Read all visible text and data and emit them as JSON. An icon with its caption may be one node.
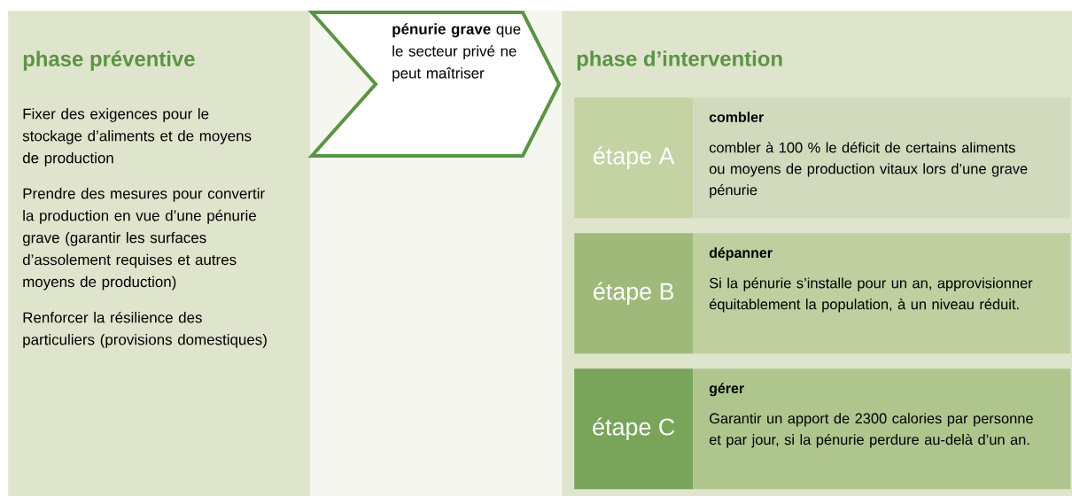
{
  "diagram": {
    "nodes": [
      {
        "text": [
          "phase préventive",
          "Fixer des exigences pour le stockage d’aliments et de moyens de production",
          "Prendre des mesures pour convertir la production en vue d’une pénurie grave (garantir les surfaces d’assolement requises et autres moyens de production)",
          "Renforcer la résilience des particuliers (provisions domestiques)"
        ]
      },
      {
        "text": [
          "**pénurie grave** que le secteur privé ne peut maîtriser"
        ]
      },
      {
        "text": [
          "phase d’intervention"
        ]
      },
      {
        "text": [
          "étape A"
        ],
        "in": 2
      },
      {
        "text": [
          "combler",
          "combler à 100 % le déficit de certains aliments ou moyens de production vitaux lors d’une grave pénurie"
        ],
        "in": 2
      },
      {
        "text": [
          "étape B"
        ],
        "in": 2
      },
      {
        "text": [
          "dépanner",
          "Si la pénurie s’installe pour un an, approvisionner équitablement la population, à un niveau réduit."
        ],
        "in": 2
      },
      {
        "text": [
          "étape C"
        ],
        "in": 2
      },
      {
        "text": [
          "gérer",
          "Garantir un apport de 2300 calories par personne et par jour, si la pénurie perdure au-delà d’un an."
        ],
        "in": 2
      }
    ]
  }
}
